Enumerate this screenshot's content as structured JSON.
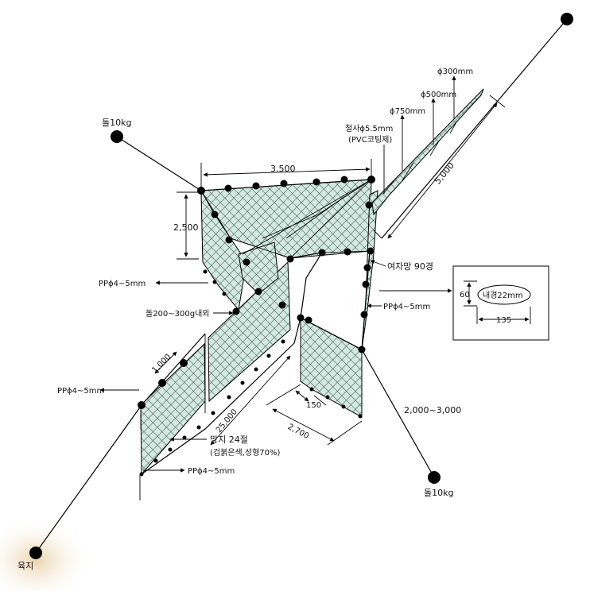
{
  "labels": {
    "stone_top": "돌10kg",
    "stone_bottom": "돌10kg",
    "shore": "육지",
    "wire": "철사ϕ5.5mm",
    "wire_coating": "(PVC코팅제)",
    "d750": "ϕ750mm",
    "d500": "ϕ500mm",
    "d300": "ϕ300mm",
    "dim_3500": "3.500",
    "dim_2500": "2,500",
    "dim_5000": "5,000",
    "pp_left1": "PPϕ4~5mm",
    "stone_small": "돌200~300g내외",
    "pp_right": "PPϕ4~5mm",
    "female_net": "여자망 90경",
    "dim_1000": "1,000",
    "pp_left2": "PPϕ4~5mm",
    "dim_25000": "25,000",
    "dim_150": "150",
    "dim_2700": "2,700",
    "net_spec1": "망지 24절",
    "net_spec2": "(검붉은색,성형70%)",
    "pp_bottom": "PPϕ4~5mm",
    "dim_2000_3000": "2,000~3,000",
    "inset_inner": "내경22mm",
    "inset_60": "60",
    "inset_135": "135"
  },
  "colors": {
    "net_fill": "#cfe3dc",
    "net_line": "#2f5f52",
    "background": "#ffffff"
  }
}
